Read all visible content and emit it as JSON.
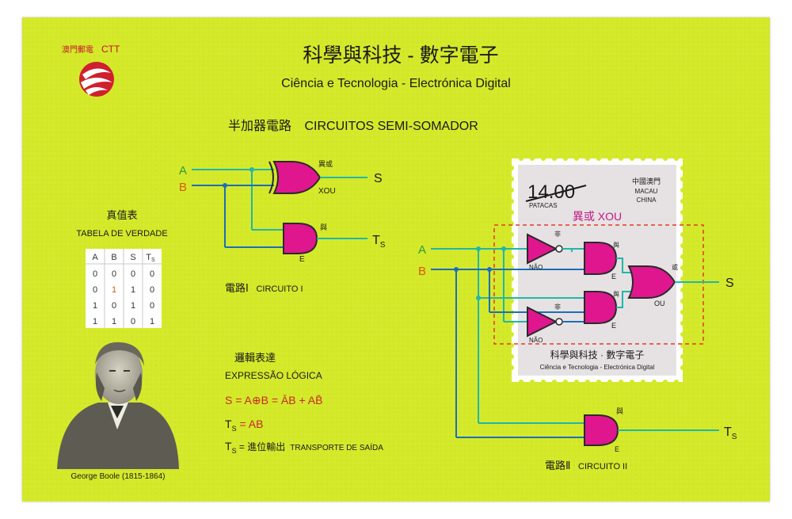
{
  "colors": {
    "sheet": "#d4e92a",
    "gate": "#e0168f",
    "wire_a": "#21b7a8",
    "wire_b": "#1a6fb8",
    "label_a": "#2a9d3a",
    "label_b": "#d85a10",
    "dashed": "#e23a2a"
  },
  "logo": {
    "cn": "澳門郵電",
    "latin": "CTT",
    "icon": "ctt-logo-icon"
  },
  "title": {
    "cn": "科學與科技 - 數字電子",
    "pt": "Ciência e Tecnologia - Electrónica Digital"
  },
  "subtitle": {
    "cn": "半加器電路",
    "pt": "CIRCUITOS SEMI-SOMADOR"
  },
  "truth_table": {
    "title_cn": "真值表",
    "title_pt": "TABELA DE VERDADE",
    "headers": [
      "A",
      "B",
      "S",
      "T",
      "S"
    ],
    "rows": [
      [
        "0",
        "0",
        "0",
        "0"
      ],
      [
        "0",
        "1",
        "1",
        "0"
      ],
      [
        "1",
        "0",
        "1",
        "0"
      ],
      [
        "1",
        "1",
        "0",
        "1"
      ]
    ]
  },
  "portrait": {
    "caption": "George Boole (1815-1864)"
  },
  "circuit1": {
    "input_a": "A",
    "input_b": "B",
    "xor_cn": "異或",
    "xor_pt": "XOU",
    "and_cn": "與",
    "and_pt": "E",
    "out_s": "S",
    "out_t": "T",
    "out_t_sub": "S",
    "caption_cn": "電路Ⅰ",
    "caption_pt": "CIRCUITO I"
  },
  "expression": {
    "title_cn": "邏輯表達",
    "title_pt": "EXPRESSÃO LÓGICA",
    "eq1": "S = A⊕B = ĀB + AB̄",
    "eq2_sym": "T",
    "eq2_sub": "S",
    "eq2_rest": " = AB",
    "eq3_sym": "T",
    "eq3_sub": "S",
    "eq3_cn": " = 進位輸出",
    "eq3_pt": "TRANSPORTE DE SAÍDA"
  },
  "stamp": {
    "value_old": "14.00",
    "currency": "PATACAS",
    "country_cn": "中國澳門",
    "country_pt1": "MACAU",
    "country_pt2": "CHINA",
    "label": "異或 XOU",
    "footer_cn": "科學與科技 · 數字電子",
    "footer_pt": "Ciência e Tecnologia - Electrónica Digital"
  },
  "circuit2": {
    "input_a": "A",
    "input_b": "B",
    "not_cn": "非",
    "not_pt": "NÃO",
    "and_cn": "與",
    "and_pt": "E",
    "or_cn": "或",
    "or_pt": "OU",
    "out_s": "S",
    "out_t": "T",
    "out_t_sub": "S",
    "caption_cn": "電路Ⅱ",
    "caption_pt": "CIRCUITO II"
  }
}
